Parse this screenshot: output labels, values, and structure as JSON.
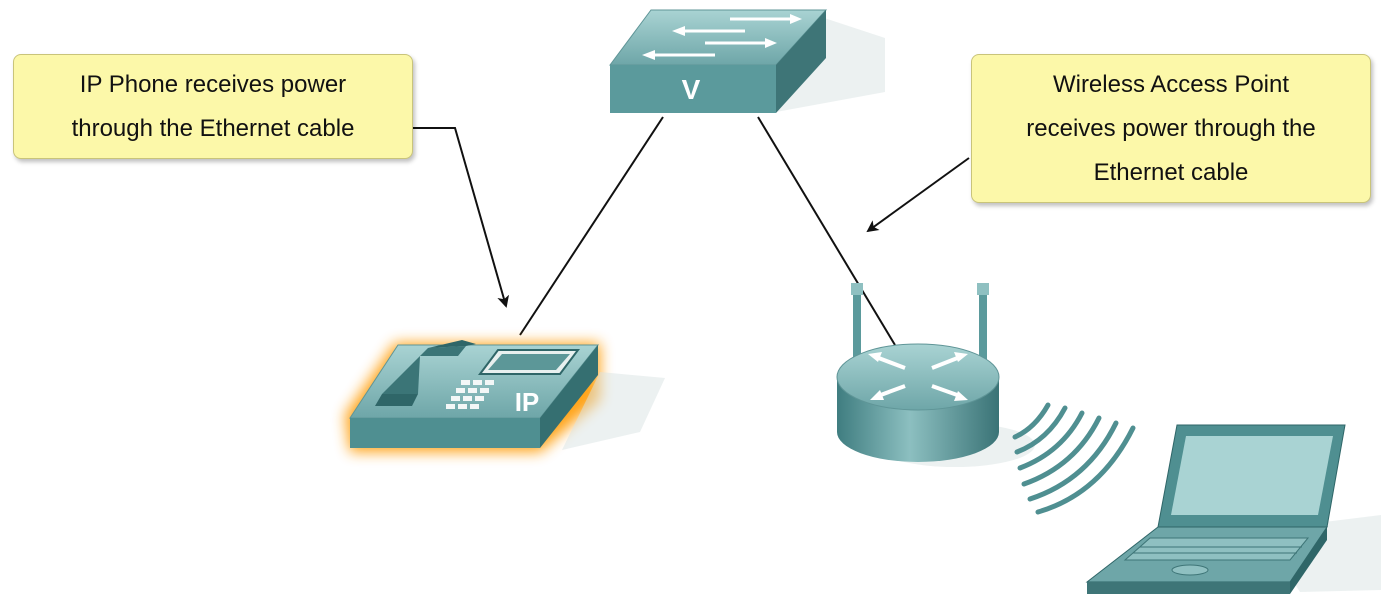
{
  "callouts": {
    "left": "IP Phone receives power\nthrough the Ethernet cable",
    "right": "Wireless Access Point\nreceives power through the\nEthernet cable"
  },
  "devices": {
    "switch": {
      "icon": "multilayer-switch-icon",
      "label": "V"
    },
    "phone": {
      "icon": "ip-phone-icon",
      "label": "IP"
    },
    "access_point": {
      "icon": "wireless-router-icon"
    },
    "laptop": {
      "icon": "laptop-icon"
    }
  },
  "colors": {
    "device_teal": "#4f8f91",
    "device_teal_light": "#8fc0c1",
    "device_teal_dark": "#2f6668",
    "phone_glow": "#ff9a00",
    "callout_fill": "#fcf8a9"
  }
}
